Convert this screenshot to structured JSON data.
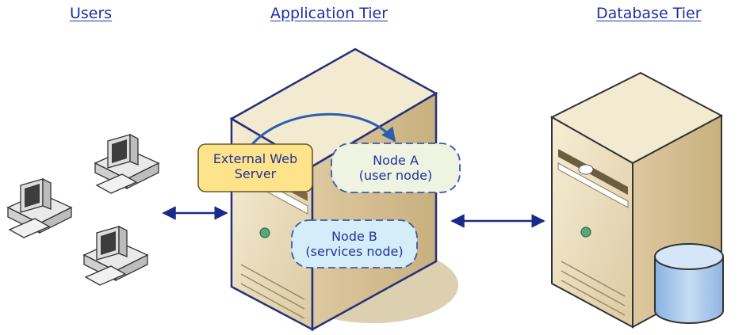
{
  "tiers": {
    "users": "Users",
    "application": "Application Tier",
    "database": "Database Tier"
  },
  "nodes": {
    "web_server": "External Web\nServer",
    "node_a": "Node A\n(user node)",
    "node_b": "Node B\n(services node)"
  },
  "colors": {
    "title": "#1f2fa6",
    "arrow": "#1a2a8a",
    "server_body": "#efe3c6",
    "server_side": "#d8c49e",
    "server_outline": "#26307a",
    "web_server_fill": "#fde38a",
    "node_a_fill": "#eef3e2",
    "node_b_fill": "#d5ecf9",
    "cylinder": "#aaccef"
  }
}
